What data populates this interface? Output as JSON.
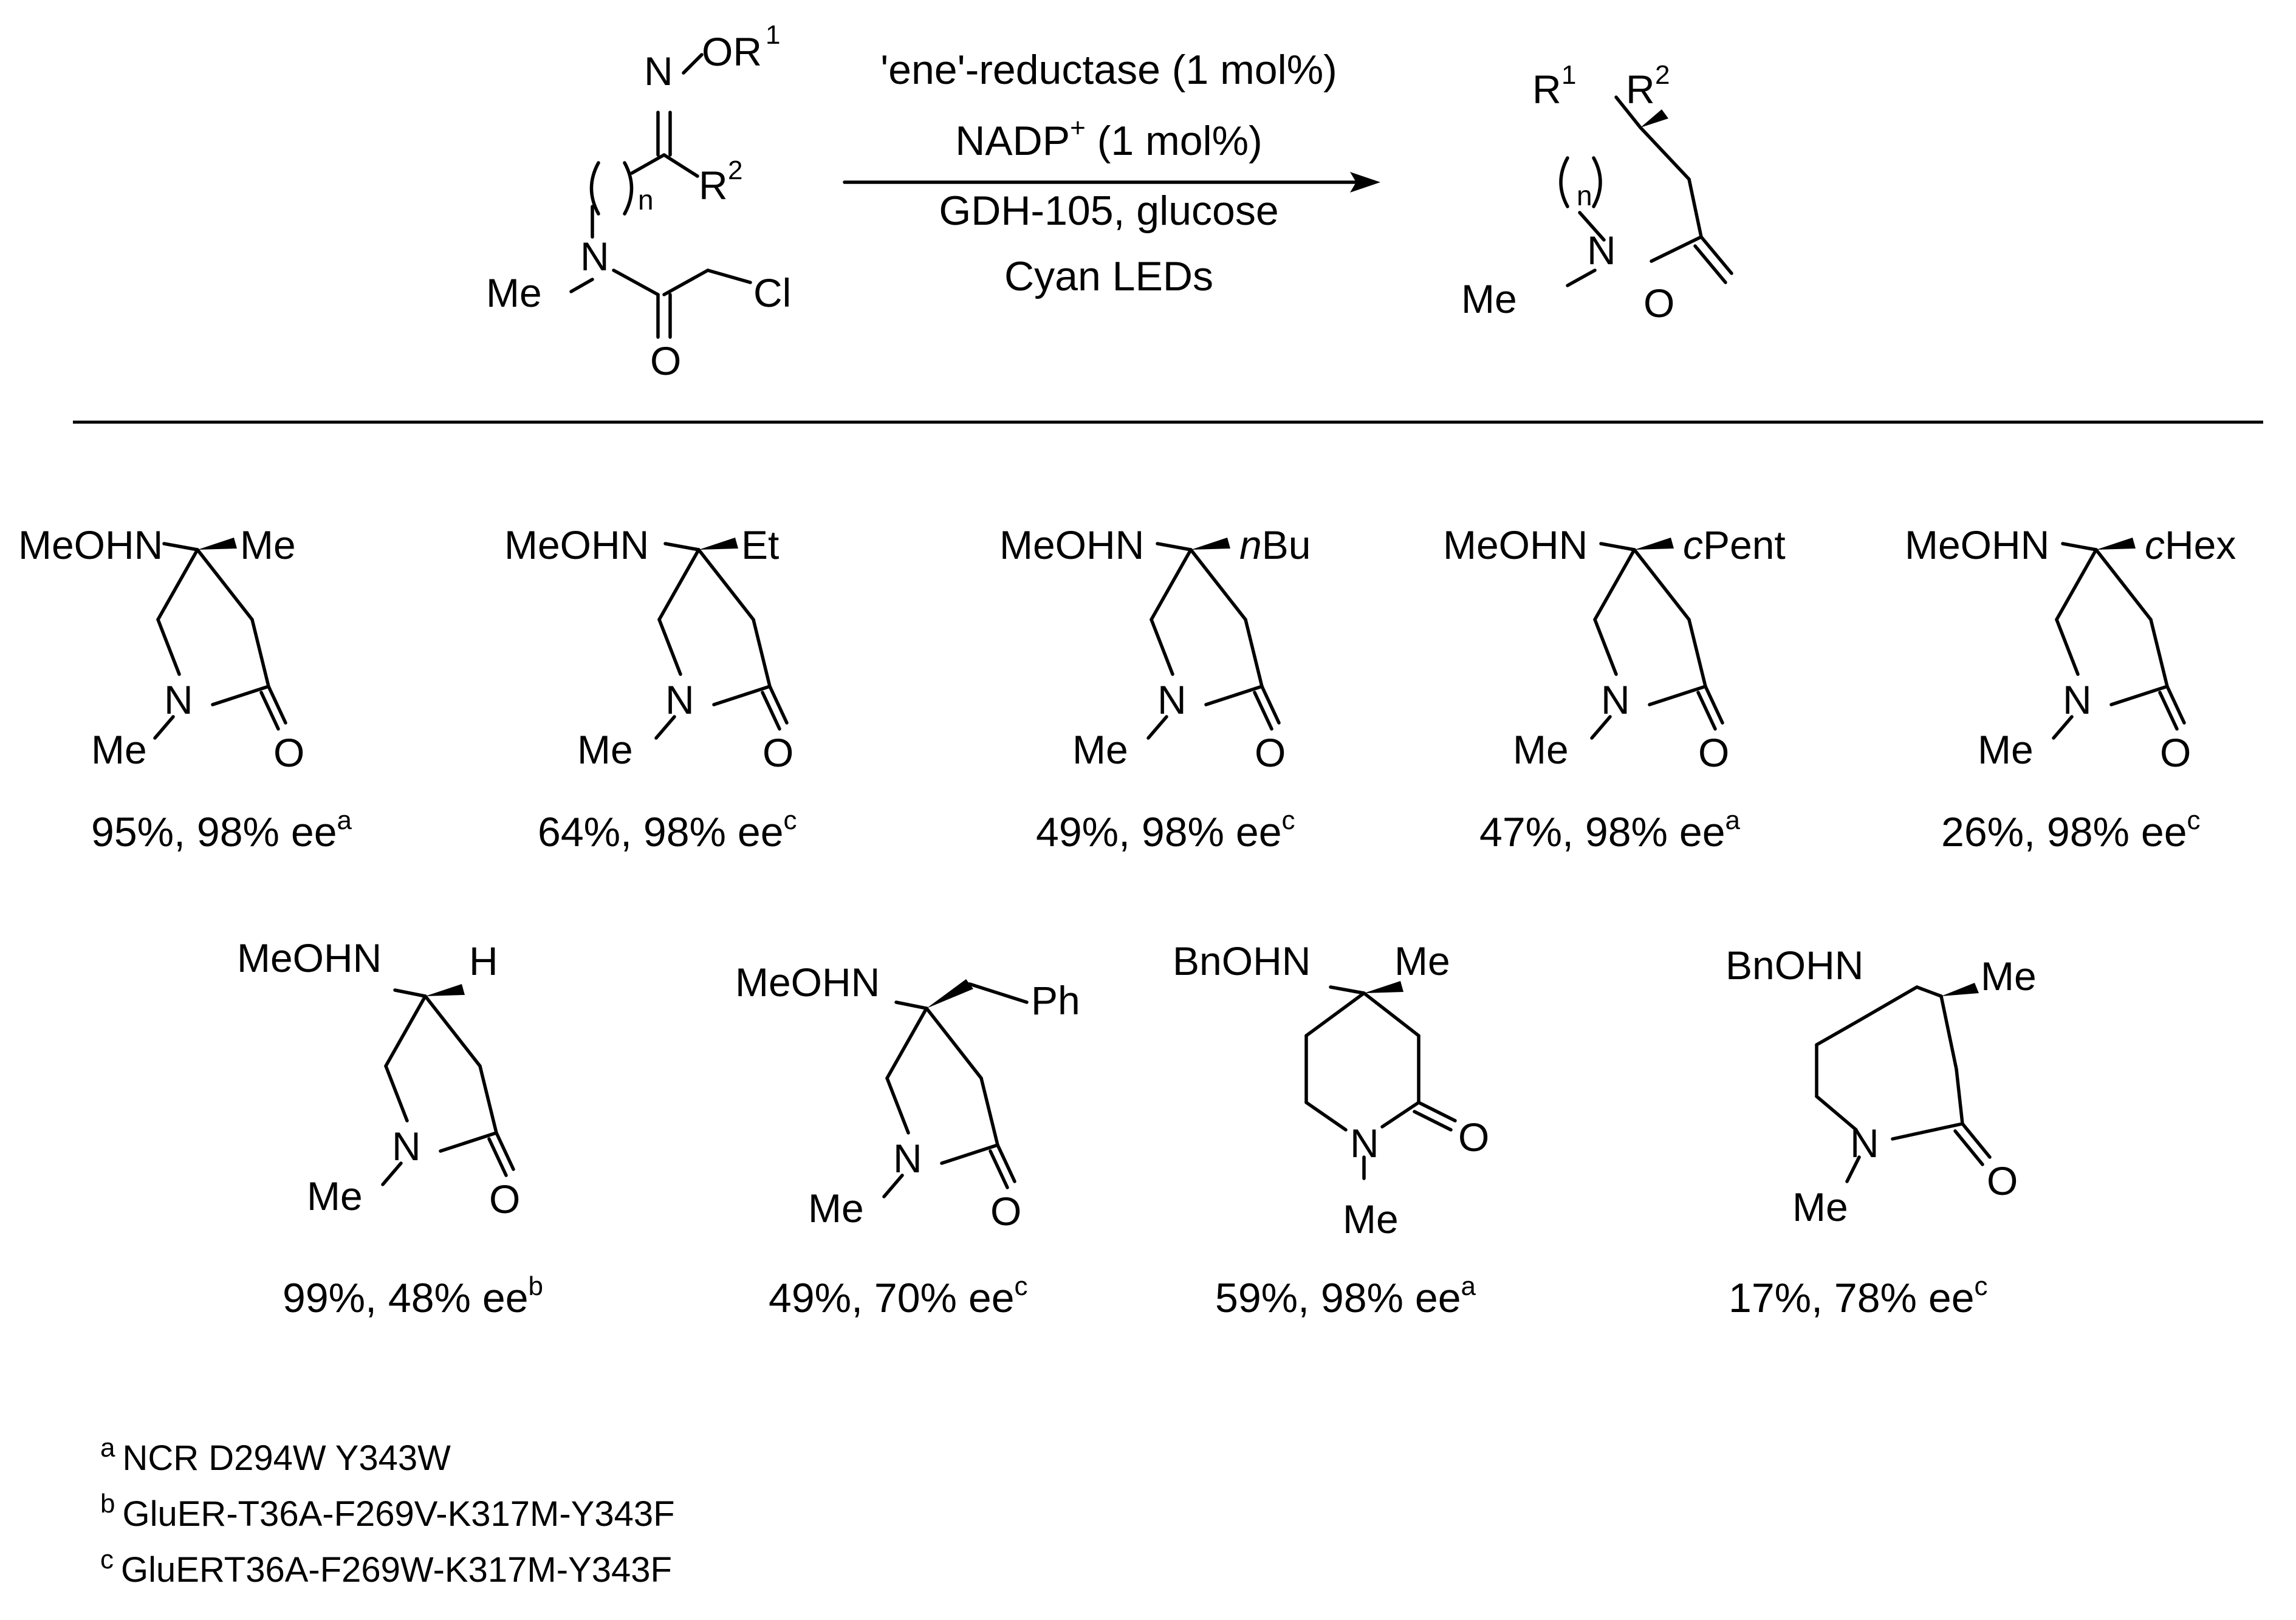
{
  "reaction": {
    "conditions": {
      "line1": "'ene'-reductase (1 mol%)",
      "line2_main": "NADP",
      "line2_sup": "+",
      "line2_rest": " (1 mol%)",
      "line3": "GDH-105, glucose",
      "line4": "Cyan LEDs"
    },
    "substrate": {
      "oxime_N": "N",
      "oxime_O": "OR",
      "oxime_O_sup": "1",
      "r2": "R",
      "r2_sup": "2",
      "n": "n",
      "amide_N": "N",
      "n_methyl": "Me",
      "carbonyl_O": "O",
      "halide": "Cl"
    },
    "product": {
      "r1": "R",
      "r1_sup": "1",
      "r2": "R",
      "r2_sup": "2",
      "n": "n",
      "ring_N": "N",
      "n_methyl": "Me",
      "carbonyl_O": "O"
    }
  },
  "products": [
    {
      "amine": "MeOHN",
      "sub_pre": "",
      "sub_it": "",
      "sub_post": "Me",
      "ring": "N",
      "me": "Me",
      "o": "O",
      "yield": "95%, 98% ee",
      "note": "a"
    },
    {
      "amine": "MeOHN",
      "sub_pre": "",
      "sub_it": "",
      "sub_post": "Et",
      "ring": "N",
      "me": "Me",
      "o": "O",
      "yield": "64%, 98% ee",
      "note": "c"
    },
    {
      "amine": "MeOHN",
      "sub_pre": "",
      "sub_it": "n",
      "sub_post": "Bu",
      "ring": "N",
      "me": "Me",
      "o": "O",
      "yield": "49%, 98% ee",
      "note": "c"
    },
    {
      "amine": "MeOHN",
      "sub_pre": "",
      "sub_it": "c",
      "sub_post": "Pent",
      "ring": "N",
      "me": "Me",
      "o": "O",
      "yield": "47%, 98% ee",
      "note": "a"
    },
    {
      "amine": "MeOHN",
      "sub_pre": "",
      "sub_it": "c",
      "sub_post": "Hex",
      "ring": "N",
      "me": "Me",
      "o": "O",
      "yield": "26%, 98% ee",
      "note": "c"
    },
    {
      "amine": "MeOHN",
      "sub_pre": "",
      "sub_it": "",
      "sub_post": "H",
      "ring": "N",
      "me": "Me",
      "o": "O",
      "yield": "99%, 48% ee",
      "note": "b"
    },
    {
      "amine": "MeOHN",
      "sub_pre": "",
      "sub_it": "",
      "sub_post": "Ph",
      "ring": "N",
      "me": "Me",
      "o": "O",
      "yield": "49%, 70% ee",
      "note": "c"
    },
    {
      "amine": "BnOHN",
      "sub_pre": "",
      "sub_it": "",
      "sub_post": "Me",
      "ring": "N",
      "me": "Me",
      "o": "O",
      "yield": "59%, 98% ee",
      "note": "a"
    },
    {
      "amine": "BnOHN",
      "sub_pre": "",
      "sub_it": "",
      "sub_post": "Me",
      "ring": "N",
      "me": "Me",
      "o": "O",
      "yield": "17%, 78% ee",
      "note": "c"
    }
  ],
  "footnotes": [
    {
      "mark": "a",
      "text": "NCR D294W Y343W"
    },
    {
      "mark": "b",
      "text": "GluER-T36A-F269V-K317M-Y343F"
    },
    {
      "mark": "c",
      "text": "GluERT36A-F269W-K317M-Y343F"
    }
  ]
}
